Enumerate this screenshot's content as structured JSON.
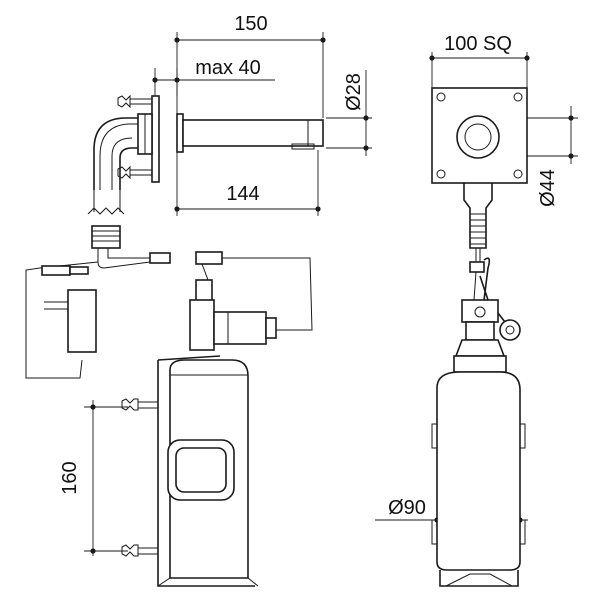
{
  "dimensions": {
    "spout_length": "150",
    "max_wall": "max 40",
    "spout_diameter": "Ø28",
    "reach": "144",
    "plate_size": "100 SQ",
    "outlet_diameter": "Ø44",
    "bottle_height": "160",
    "bottle_diameter": "Ø90"
  },
  "colors": {
    "line": "#1a1a1a",
    "background": "#ffffff"
  }
}
